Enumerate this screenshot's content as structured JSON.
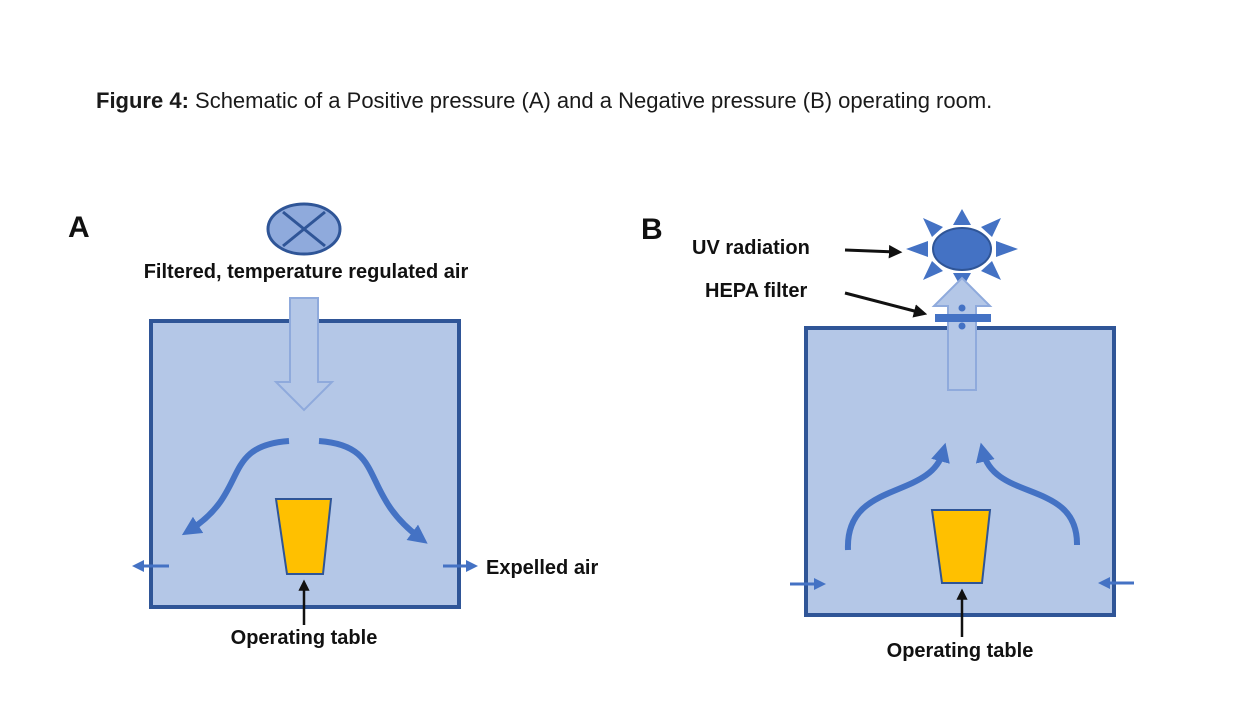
{
  "caption": {
    "lead": "Figure 4:",
    "rest": " Schematic of a Positive pressure (A) and a Negative pressure (B) operating room."
  },
  "panel_a": {
    "letter": "A",
    "inlet_label": "Filtered, temperature regulated air",
    "outlet_label": "Expelled air",
    "table_label": "Operating table"
  },
  "panel_b": {
    "letter": "B",
    "uv_label": "UV radiation",
    "filter_label": "HEPA filter",
    "table_label": "Operating table"
  },
  "colors": {
    "room_fill": "#b4c7e7",
    "room_stroke": "#2f5597",
    "flow_arrow": "#4472c4",
    "table_fill": "#ffc000",
    "sun_fill": "#4472c4"
  }
}
